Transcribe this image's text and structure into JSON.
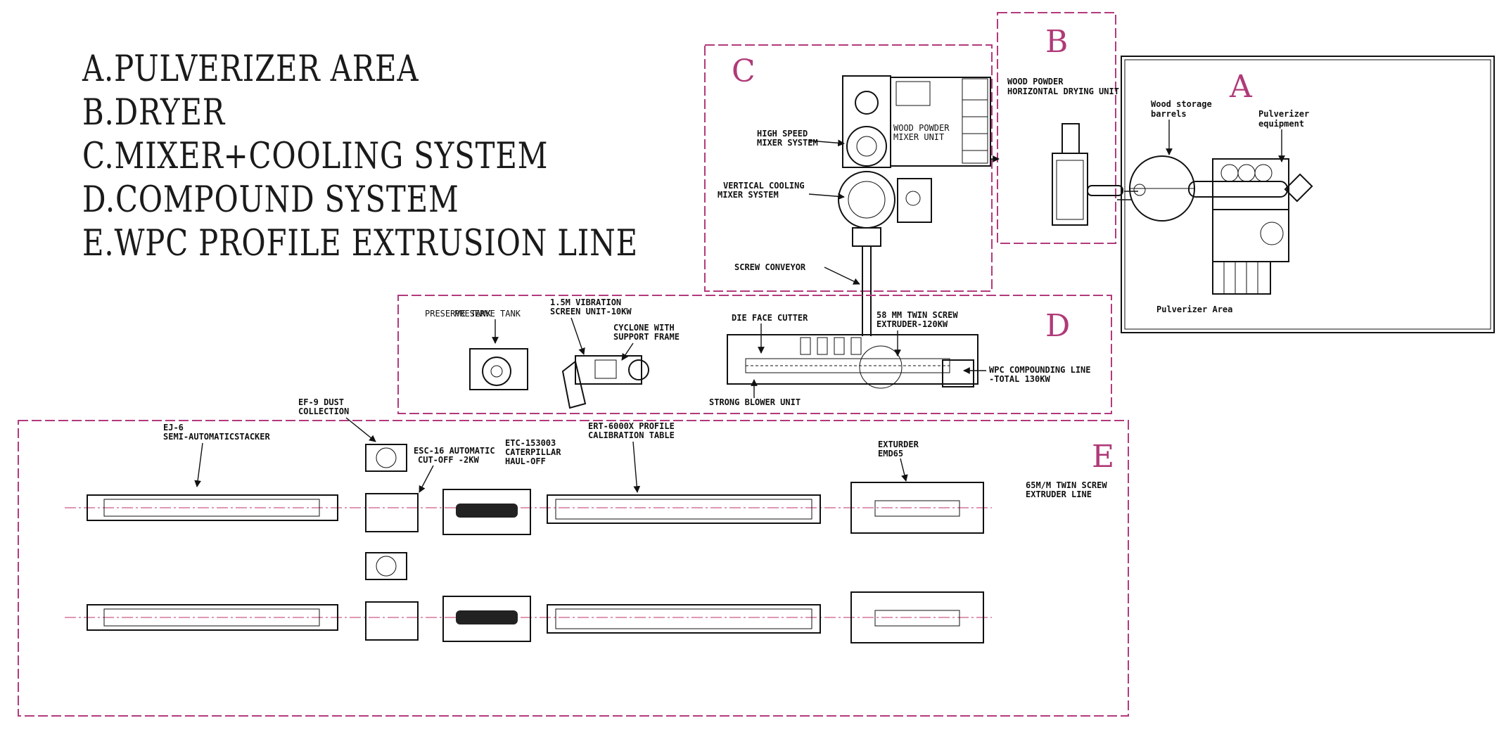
{
  "legend": [
    "A.PULVERIZER AREA",
    "B.DRYER",
    "C.MIXER+COOLING SYSTEM",
    "D.COMPOUND SYSTEM",
    "E.WPC PROFILE EXTRUSION LINE"
  ],
  "zones": {
    "A": {
      "letter": "A",
      "labels": [
        "Wood storage",
        "barrels",
        "Pulverizer",
        "equipment",
        "Pulverizer Area"
      ]
    },
    "B": {
      "letter": "B",
      "labels": [
        "WOOD POWDER",
        "HORIZONTAL DRYING UNIT"
      ]
    },
    "C": {
      "letter": "C",
      "labels": [
        "HIGH SPEED",
        "MIXER SYSTEM",
        "WOOD POWDER",
        "MIXER UNIT",
        "VERTICAL COOLING",
        "MIXER SYSTEM",
        "SCREW CONVEYOR"
      ]
    },
    "D": {
      "letter": "D",
      "labels": [
        "PRESERVE TANK",
        "PRESERVE TANK",
        "1.5M VIBRATION",
        "SCREEN UNIT-10KW",
        "CYCLONE WITH",
        "SUPPORT FRAME",
        "DIE FACE CUTTER",
        "58 MM TWIN SCREW",
        "EXTRUDER-120KW",
        "STRONG BLOWER UNIT",
        "WPC COMPOUNDING LINE",
        "-TOTAL 130KW"
      ]
    },
    "E": {
      "letter": "E",
      "labels": [
        "EF-9 DUST",
        "COLLECTION",
        "EJ-6",
        "SEMI-AUTOMATICSTACKER",
        "ESC-16 AUTOMATIC",
        "CUT-OFF -2KW",
        "ETC-153003",
        "CATERPILLAR",
        "HAUL-OFF",
        "ERT-6000X PROFILE",
        "CALIBRATION TABLE",
        "EXTURDER",
        "EMD65",
        "65M/M TWIN SCREW",
        "EXTRUDER LINE"
      ]
    }
  },
  "colors": {
    "zone_border": "#b23a7c",
    "zone_letter": "#b03a78",
    "drawing": "#111111",
    "center_line": "#c0306a"
  }
}
